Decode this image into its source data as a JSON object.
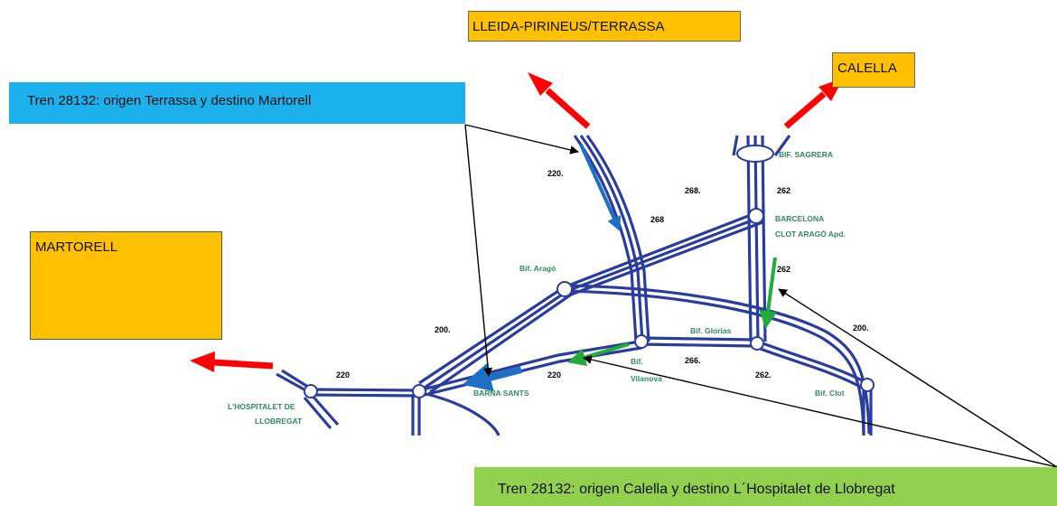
{
  "boxes": {
    "lleida": "LLEIDA-PIRINEUS/TERRASSA",
    "calella": "CALELLA",
    "martorell": "MARTORELL",
    "tren1": "Tren 28132: origen Terrassa y destino Martorell",
    "tren2": "Tren 28132: origen Calella y destino L´Hospitalet de Llobregat"
  },
  "stations": {
    "bif_sagrera": "BIF. SAGRERA",
    "barcelona": "BARCELONA",
    "clot_arago": "CLOT ARAGÓ Apd.",
    "bif_arago": "Bif. Aragó",
    "bif_glories": "Bif. Glorias",
    "bif": "Bif.",
    "vilanova": "Vilanova",
    "bif_clot": "Bif. Clot",
    "barna_sants": "BARNA SANTS",
    "hospitalet_1": "L'HOSPITALET DE",
    "hospitalet_2": "LLOBREGAT"
  },
  "track_numbers": {
    "t220_top": "220.",
    "t268_a": "268.",
    "t268_b": "268",
    "t262_a": "262",
    "t262_b": "262",
    "t200_left": "200.",
    "t200_right": "200.",
    "t266": "266.",
    "t262_c": "262.",
    "t220_left": "220",
    "t220_sants": "220"
  },
  "colors": {
    "track": "#2b3d9c",
    "label_green": "#2f8a5a",
    "arrow_red": "#ff0000",
    "arrow_blue": "#1f6fc4",
    "arrow_green": "#22aa3a",
    "box_orange": "#ffc000",
    "box_blue": "#1cb0ec",
    "box_green": "#92d050"
  }
}
